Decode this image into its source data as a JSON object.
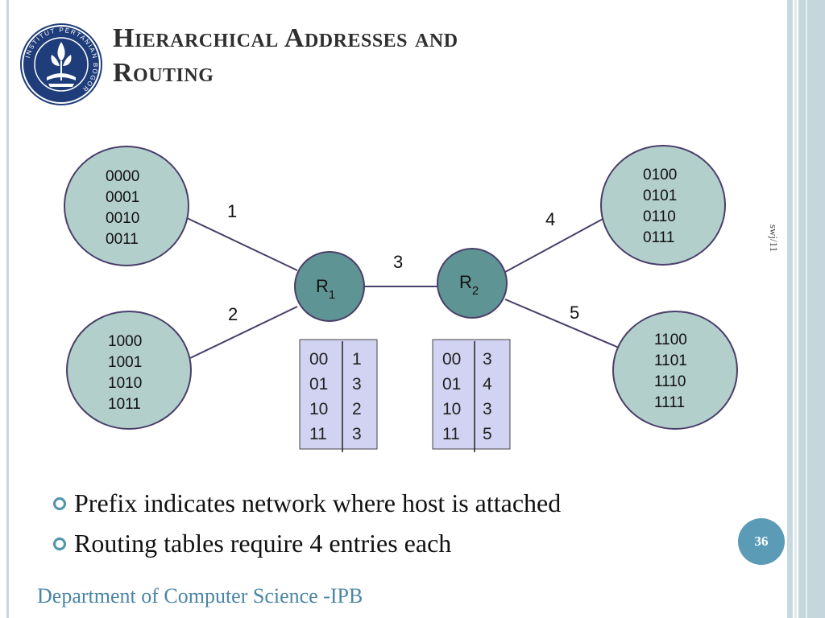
{
  "title": {
    "line1": "Hierarchical Addresses and",
    "line2": "Routing"
  },
  "side_tag": "swj/11",
  "logo": {
    "icon": "ipb-seal-icon",
    "ring_text": "INSTITUT PERTANIAN BOGOR"
  },
  "diagram": {
    "networks": [
      {
        "addresses": [
          "0000",
          "0001",
          "0010",
          "0011"
        ]
      },
      {
        "addresses": [
          "1000",
          "1001",
          "1010",
          "1011"
        ]
      },
      {
        "addresses": [
          "0100",
          "0101",
          "0110",
          "0111"
        ]
      },
      {
        "addresses": [
          "1100",
          "1101",
          "1110",
          "1111"
        ]
      }
    ],
    "routers": [
      {
        "name": "R",
        "subscript": "1"
      },
      {
        "name": "R",
        "subscript": "2"
      }
    ],
    "links": [
      "1",
      "2",
      "3",
      "4",
      "5"
    ],
    "tables": [
      {
        "rows": [
          [
            "00",
            "1"
          ],
          [
            "01",
            "3"
          ],
          [
            "10",
            "2"
          ],
          [
            "11",
            "3"
          ]
        ]
      },
      {
        "rows": [
          [
            "00",
            "3"
          ],
          [
            "01",
            "4"
          ],
          [
            "10",
            "3"
          ],
          [
            "11",
            "5"
          ]
        ]
      }
    ],
    "colors": {
      "network_fill": "#b3cfcc",
      "router_fill": "#5f9494",
      "outline": "#4a3e6a",
      "table_fill": "#d2d2f2"
    }
  },
  "bullets": [
    "Prefix indicates network where host is attached",
    "Routing tables require 4 entries each"
  ],
  "page_number": "36",
  "footer": "Department of Computer Science -IPB",
  "colors": {
    "accent": "#5b9bb6",
    "footer_text": "#4a86a6"
  }
}
